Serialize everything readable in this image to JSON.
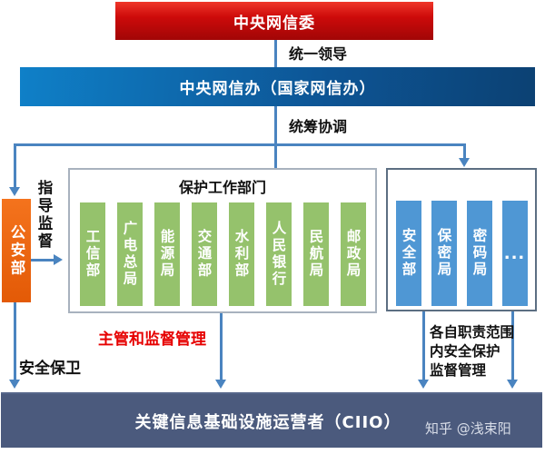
{
  "diagram": {
    "top_box": "中央网信委",
    "label_unified_leadership": "统一领导",
    "second_box": "中央网信办（国家网信办）",
    "label_coordination": "统筹协调",
    "police_box": "公安部",
    "label_guidance": "指导监督",
    "label_security_guard": "安全保卫",
    "protection_box_title": "保护工作部门",
    "protection_departments": [
      "工信部",
      "广电总局",
      "能源局",
      "交通部",
      "水利部",
      "人民银行",
      "民航局",
      "邮政局"
    ],
    "label_supervision": "主管和监督管理",
    "right_departments": [
      "安全部",
      "保密局",
      "密码局",
      "..."
    ],
    "label_right_scope_lines": [
      "各自职责范围",
      "内安全保护",
      "监督管理"
    ],
    "bottom_box": "关键信息基础设施运营者（CIIO）",
    "watermark": "知乎 @浅束阳"
  },
  "colors": {
    "top_box_red": "#c20808",
    "second_box_blue": "#0d5a9a",
    "police_orange": "#ea6410",
    "protection_green": "#95c26c",
    "right_dept_blue": "#4f97d4",
    "connector_blue": "#4a84c0",
    "supervision_red": "#e60000",
    "bottom_slate": "#4b5a7d"
  }
}
